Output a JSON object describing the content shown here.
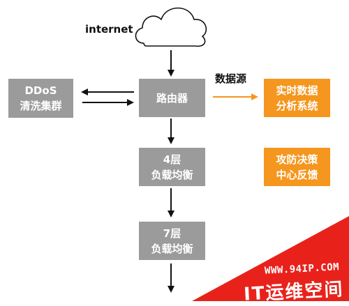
{
  "internet_label": "internet",
  "cloud_icon": "cloud-icon",
  "data_source_label": "数据源",
  "boxes": {
    "ddos": {
      "line1": "DDoS",
      "line2": "清洗集群",
      "color": "#9b9b9b"
    },
    "router": {
      "line1": "路由器",
      "color": "#9b9b9b"
    },
    "lb4": {
      "line1": "4层",
      "line2": "负载均衡",
      "color": "#9b9b9b"
    },
    "lb7": {
      "line1": "7层",
      "line2": "负载均衡",
      "color": "#9b9b9b"
    },
    "realtime": {
      "line1": "实时数据",
      "line2": "分析系统",
      "color": "#f5961e"
    },
    "defense": {
      "line1": "攻防决策",
      "line2": "中心反馈",
      "color": "#f5961e"
    }
  },
  "watermark": {
    "url": "WWW.94IP.COM",
    "name": "IT运维空间",
    "color": "#e8221b"
  }
}
